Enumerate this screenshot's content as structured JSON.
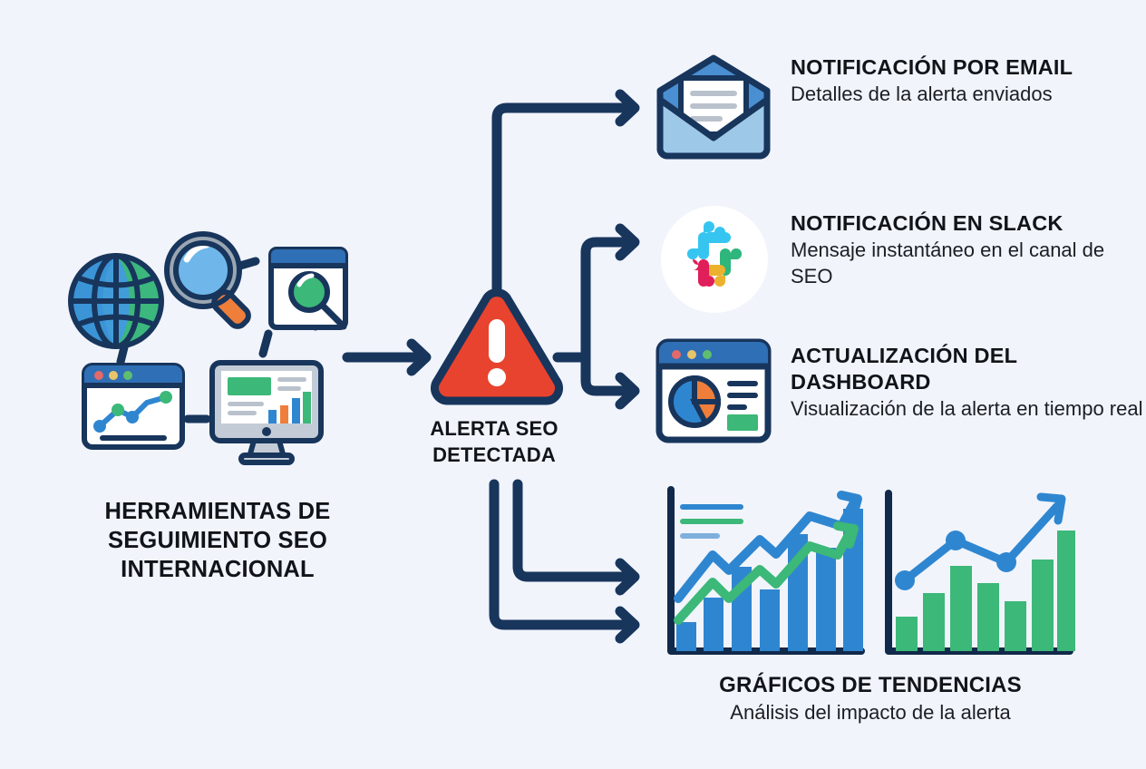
{
  "background_color": "#f1f4fb",
  "palette": {
    "navy": "#18355c",
    "navy_dark": "#11294a",
    "alert_red": "#e8432e",
    "blue": "#2f86d0",
    "blue_light": "#9dc8e8",
    "blue_mid": "#4a8fd1",
    "green": "#37a85f",
    "green_light": "#3cb878",
    "orange": "#ef7e3a",
    "gray_line": "#b9c2cc",
    "white": "#ffffff"
  },
  "source_node": {
    "label": "HERRAMIENTAS DE SEGUIMIENTO SEO INTERNACIONAL",
    "icons": [
      "globe-icon",
      "magnifier-icon",
      "browser-search-icon",
      "analytics-browser-icon",
      "desktop-monitor-icon"
    ]
  },
  "alert_node": {
    "label": "ALERTA SEO DETECTADA",
    "icon": "warning-triangle-icon"
  },
  "branches": [
    {
      "id": "email",
      "icon": "email-envelope-icon",
      "title": "NOTIFICACIÓN POR EMAIL",
      "subtitle": "Detalles de la alerta enviados"
    },
    {
      "id": "slack",
      "icon": "slack-logo-icon",
      "title": "NOTIFICACIÓN EN SLACK",
      "subtitle": "Mensaje instantáneo en el canal de SEO"
    },
    {
      "id": "dashboard",
      "icon": "dashboard-window-icon",
      "title": "ACTUALIZACIÓN DEL DASHBOARD",
      "subtitle": "Visualización de la alerta en tiempo real"
    },
    {
      "id": "charts",
      "icon": "trend-charts-icon",
      "title": "GRÁFICOS DE TENDENCIAS",
      "subtitle": "Análisis del impacto de la alerta"
    }
  ],
  "chart_data": [
    {
      "type": "bar",
      "id": "trend-chart-left",
      "title": "",
      "categories": [
        "1",
        "2",
        "3",
        "4",
        "5",
        "6",
        "7"
      ],
      "values": [
        18,
        33,
        52,
        38,
        72,
        64,
        93
      ],
      "series": [
        {
          "name": "tendencia-azul",
          "type": "line",
          "values": [
            40,
            58,
            50,
            72,
            62,
            88,
            100
          ]
        },
        {
          "name": "tendencia-verde",
          "type": "line",
          "values": [
            20,
            38,
            30,
            52,
            44,
            70,
            88
          ]
        }
      ],
      "bar_color": "#2f86d0",
      "legend": [
        "serie-azul",
        "serie-verde",
        "serie-azul-claro"
      ],
      "legend_position": "top-left",
      "grid": false,
      "ylim": [
        0,
        100
      ],
      "xlabel": "",
      "ylabel": ""
    },
    {
      "type": "bar",
      "id": "trend-chart-right",
      "title": "",
      "categories": [
        "1",
        "2",
        "3",
        "4",
        "5",
        "6",
        "7"
      ],
      "values": [
        22,
        42,
        62,
        50,
        36,
        68,
        92
      ],
      "series": [
        {
          "name": "linea-azul",
          "type": "line",
          "values": [
            44,
            62,
            78,
            66,
            60,
            84,
            100
          ]
        }
      ],
      "bar_color": "#3cb878",
      "line_color": "#2f86d0",
      "legend": [],
      "grid": false,
      "ylim": [
        0,
        100
      ],
      "xlabel": "",
      "ylabel": ""
    }
  ]
}
